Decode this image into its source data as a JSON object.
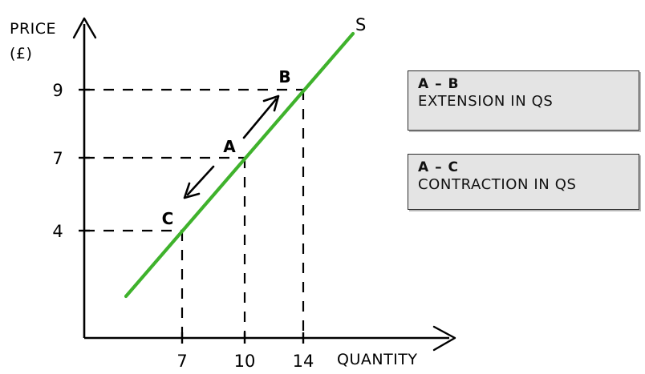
{
  "chart_data": {
    "type": "line",
    "title": "",
    "xlabel": "QUANTITY",
    "ylabel": "PRICE",
    "ylabel_unit": "(£)",
    "xlim": [
      0,
      20
    ],
    "ylim": [
      0,
      12
    ],
    "grid": false,
    "legend_position": "right",
    "series": [
      {
        "name": "S",
        "label": "S",
        "color": "#3fb22c",
        "type": "supply-curve",
        "points": [
          {
            "q": 3.5,
            "p": 1.2
          },
          {
            "q": 17.5,
            "p": 11.6
          }
        ]
      }
    ],
    "annotated_points": [
      {
        "label": "C",
        "q": 7,
        "p": 4
      },
      {
        "label": "A",
        "q": 10,
        "p": 7
      },
      {
        "label": "B",
        "q": 14,
        "p": 9
      }
    ],
    "y_ticks": [
      "9",
      "7",
      "4"
    ],
    "y_tick_values": [
      9,
      7,
      4
    ],
    "x_ticks": [
      "7",
      "10",
      "14"
    ],
    "x_tick_values": [
      7,
      10,
      14
    ],
    "movement_arrows": [
      {
        "name": "extension-arrow",
        "from": "A",
        "to": "B",
        "direction": "up-right"
      },
      {
        "name": "contraction-arrow",
        "from": "A",
        "to": "C",
        "direction": "down-left"
      }
    ],
    "annotations": [
      {
        "title": "A – B",
        "text": "EXTENSION IN QS"
      },
      {
        "title": "A – C",
        "text": "CONTRACTION IN QS"
      }
    ]
  },
  "axes": {
    "y_title": "PRICE",
    "y_unit": "(£)",
    "x_title": "QUANTITY"
  },
  "ticks": {
    "y": [
      {
        "label": "9"
      },
      {
        "label": "7"
      },
      {
        "label": "4"
      }
    ],
    "x": [
      {
        "label": "7"
      },
      {
        "label": "10"
      },
      {
        "label": "14"
      }
    ]
  },
  "points": {
    "a": "A",
    "b": "B",
    "c": "C",
    "supply": "S"
  },
  "legend": {
    "boxes": [
      {
        "title": "A – B",
        "description": "EXTENSION IN QS"
      },
      {
        "title": "A – C",
        "description": "CONTRACTION IN QS"
      }
    ]
  },
  "colors": {
    "supply_curve": "#3fb22c",
    "axis": "#000000",
    "legend_background": "#e4e4e4",
    "legend_border": "#2b2b2b"
  }
}
